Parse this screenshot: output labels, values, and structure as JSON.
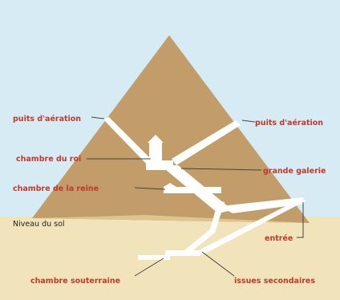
{
  "diagram": {
    "labels": {
      "air_shaft_left": "puits d'aération",
      "air_shaft_right": "puits d'aération",
      "kings_chamber": "chambre du roi",
      "grand_gallery": "grande galerie",
      "queens_chamber": "chambre de la reine",
      "ground_level": "Niveau du sol",
      "entrance": "entrée",
      "subterranean_chamber": "chambre souterraine",
      "secondary_exits": "issues secondaires"
    },
    "colors": {
      "sky": "#d6ebf4",
      "pyramid": "#c29d69",
      "ground": "#f1e4ba",
      "passages": "#ffffff",
      "label_text": "#c0392b",
      "leader_lines": "#444444"
    }
  }
}
